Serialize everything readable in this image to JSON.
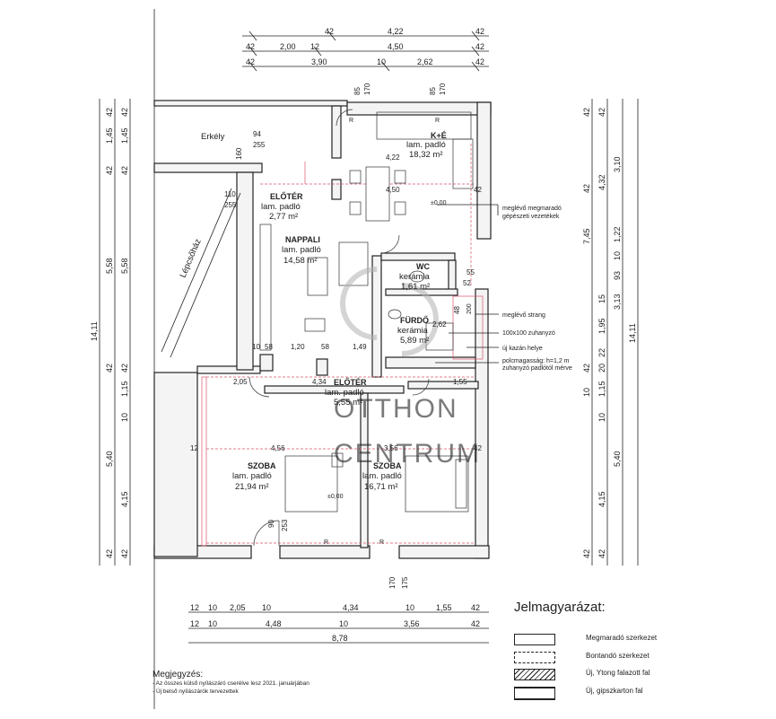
{
  "rooms": {
    "erkely": "Erkély",
    "ke": {
      "name": "K+É",
      "floor": "lam. padló",
      "area": "18,32 m²"
    },
    "eloter1": {
      "name": "ELŐTÉR",
      "floor": "lam. padló",
      "area": "2,77 m²"
    },
    "nappali": {
      "name": "NAPPALI",
      "floor": "lam. padló",
      "area": "14,58 m²"
    },
    "wc": {
      "name": "WC",
      "floor": "kerámia",
      "area": "1,61 m²"
    },
    "furdo": {
      "name": "FÜRDŐ",
      "floor": "kerámia",
      "area": "5,89 m²"
    },
    "eloter2": {
      "name": "ELŐTÉR",
      "floor": "lam. padló",
      "area": "5,55 m²"
    },
    "szoba1": {
      "name": "SZOBA",
      "floor": "lam. padló",
      "area": "21,94 m²"
    },
    "szoba2": {
      "name": "SZOBA",
      "floor": "lam. padló",
      "area": "16,71 m²"
    },
    "lepcsohaz": "Lépcsőház"
  },
  "dims_top": {
    "r1": [
      "42",
      "4,22",
      "42"
    ],
    "r2": [
      "42",
      "2,00",
      "12",
      "4,50",
      "42"
    ],
    "r3": [
      "42",
      "3,90",
      "10",
      "2,62",
      "42"
    ]
  },
  "dims_bottom": {
    "r1": [
      "12",
      "10",
      "2,05",
      "10",
      "4,34",
      "10",
      "1,55",
      "42"
    ],
    "r2": [
      "12",
      "10",
      "4,48",
      "10",
      "3,56",
      "42"
    ],
    "r3": "8,78"
  },
  "dims_left": {
    "outer": [
      "42",
      "1,45",
      "42",
      "5,58",
      "42",
      "5,40",
      "42"
    ],
    "inner": [
      "42",
      "1,45",
      "42",
      "5,58",
      "42",
      "1,15",
      "10",
      "4,15",
      "42"
    ],
    "total": "14,11"
  },
  "dims_right": {
    "a": [
      "42",
      "3,10",
      "4,32",
      "42",
      "1,22",
      "10",
      "93",
      "15",
      "3,13",
      "1,95",
      "22",
      "20",
      "1,15",
      "10",
      "4,15",
      "42"
    ],
    "b": [
      "42",
      "7,45",
      "10",
      "42",
      "5,40",
      "42"
    ],
    "total": "14,11"
  },
  "inner_dims": {
    "d94": "94",
    "d255a": "255",
    "d160": "160",
    "d110": "110",
    "d255b": "255",
    "d422": "4,22",
    "d450": "4,50",
    "d42k": "42",
    "d85a": "85",
    "d170a": "170",
    "d85b": "85",
    "d170b": "170",
    "level1": "±0,00",
    "level2": "±0,00",
    "d55": "55",
    "d52": "52",
    "d48": "48",
    "d200": "200",
    "d262": "2,62",
    "d10": "10",
    "d58a": "58",
    "d120": "1,20",
    "d58b": "58",
    "d149": "1,49",
    "d205": "2,05",
    "d434": "4,34",
    "d155": "1,55",
    "d12": "12",
    "d456": "4,56",
    "d356": "3,56",
    "d42s": "42",
    "d90": "90",
    "d253": "253",
    "d170c": "170",
    "d175": "175",
    "r1": "R",
    "r2": "R",
    "r3": "R",
    "r4": "R"
  },
  "annotations": {
    "megmarado_gepeszeti": "meglévő megmaradó",
    "megmarado_gepeszeti2": "gépészeti vezetékek",
    "strang": "meglévő strang",
    "zuhanyzo": "100x100 zuhanyzó",
    "kazan": "új kazán helye",
    "polc1": "polcmagasság: h=1,2 m",
    "polc2": "zuhanyzó padlótól mérve"
  },
  "watermark": {
    "line1": "OTTHON",
    "line2": "CENTRUM"
  },
  "legend": {
    "title": "Jelmagyarázat:",
    "items": [
      "Megmaradó szerkezet",
      "Bontandó szerkezet",
      "Új, Ytong falazott fal",
      "Új, gipszkarton fal"
    ]
  },
  "notes": {
    "title": "Megjegyzés:",
    "lines": [
      "- Az összes külső nyílászáró cserélve lesz 2021. januárjában",
      "- Új belső nyílászárók tervezettek"
    ]
  }
}
